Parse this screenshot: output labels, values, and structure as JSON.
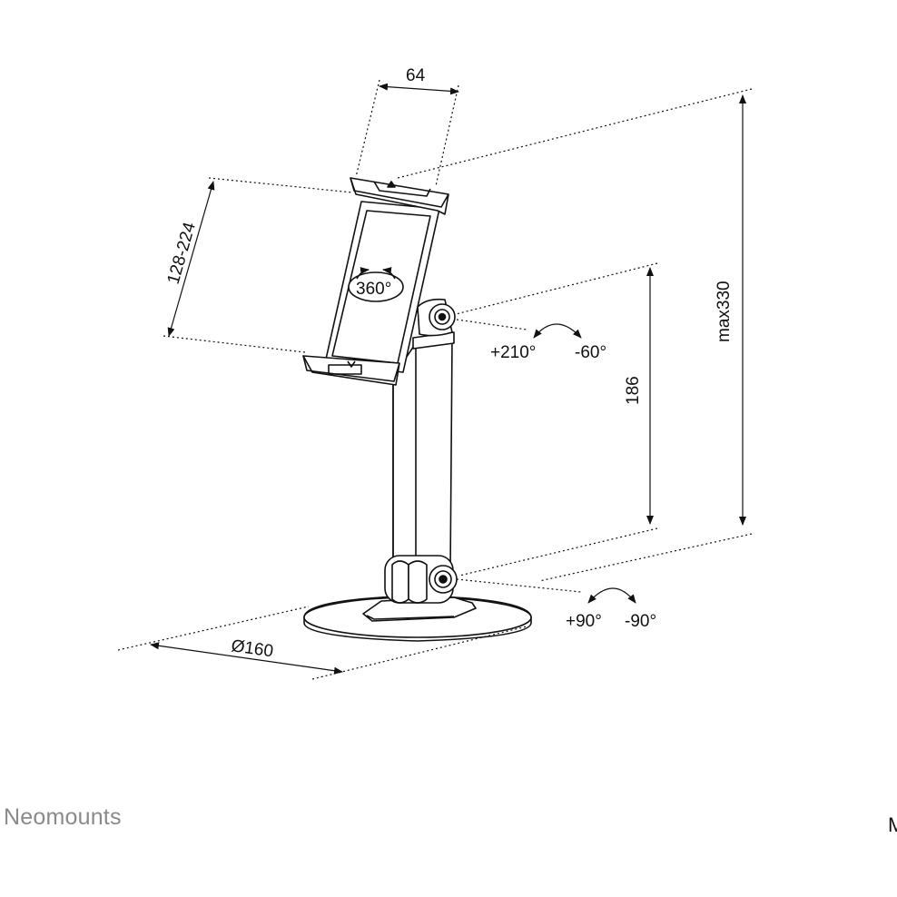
{
  "diagram": {
    "dimensions": {
      "width": "64",
      "clamp_range": "128-224",
      "rotation": "360°",
      "max_height": "max330",
      "arm_height": "186",
      "base_diameter": "Ø160"
    },
    "angles": {
      "upper_tilt_up": "+210°",
      "upper_tilt_down": "-60°",
      "lower_tilt_up": "+90°",
      "lower_tilt_down": "-90°"
    }
  },
  "footer": {
    "brand": "Neomounts",
    "right_fragment": "M"
  }
}
